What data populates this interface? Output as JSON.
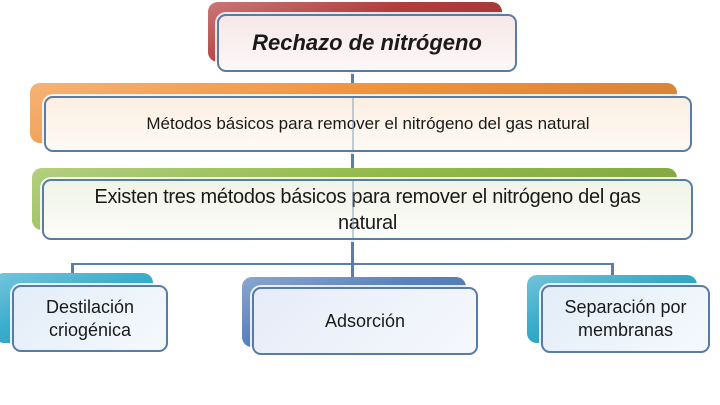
{
  "diagram": {
    "root": {
      "label": "Rechazo de nitrógeno",
      "accent": "#b23c3c"
    },
    "level2": {
      "label": "Métodos básicos para remover el nitrógeno del gas natural",
      "accent": "#f0923c"
    },
    "level3": {
      "line1": "Existen tres métodos básicos para remover el nitrógeno del gas",
      "line2": "natural",
      "accent": "#93ba4a"
    },
    "methods": [
      {
        "line1": "Destilación",
        "line2": "criogénica",
        "accent": "#3aadcd"
      },
      {
        "line1": "Adsorción",
        "line2": "",
        "accent": "#5880bc"
      },
      {
        "line1": "Separación por",
        "line2": "membranas",
        "accent": "#35a9c9"
      }
    ],
    "connector_color": "#5b7ea6",
    "border_color": "#587ca4",
    "text_color": "#1a1a1a"
  }
}
